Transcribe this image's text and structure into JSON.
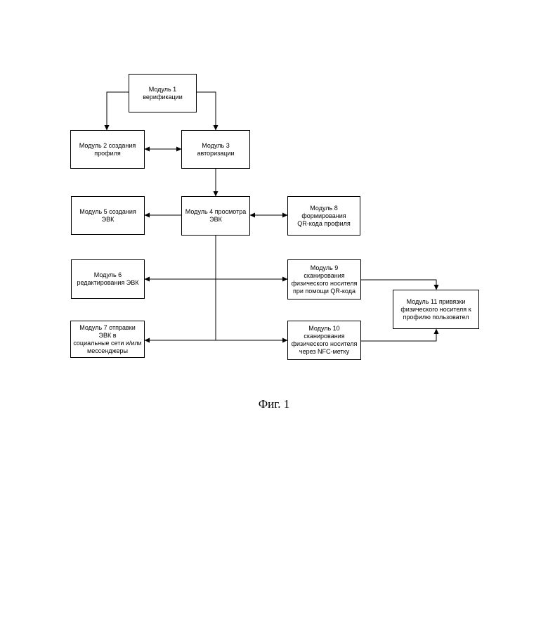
{
  "diagram": {
    "nodes": {
      "m1": "Модуль 1\nверификации",
      "m2": "Модуль 2 создания\nпрофиля",
      "m3": "Модуль 3 авторизации",
      "m4": "Модуль 4 просмотра\nЭВК",
      "m5": "Модуль 5 создания ЭВК",
      "m6": "Модуль 6\nредактирования ЭВК",
      "m7": "Модуль 7 отправки ЭВК в\nсоциальные сети и/или\nмессенджеры",
      "m8": "Модуль 8 формирования\nQR-кода профиля",
      "m9": "Модуль 9 сканирования\nфизического носителя\nпри помощи QR-кода",
      "m10": "Модуль 10 сканирования\nфизического носителя\nчерез NFC-метку",
      "m11": "Модуль 11 привязки\nфизического носителя к\nпрофилю пользовател"
    },
    "edges": [
      {
        "from": "m1",
        "to": "m2",
        "direction": "forward"
      },
      {
        "from": "m1",
        "to": "m3",
        "direction": "forward"
      },
      {
        "from": "m2",
        "to": "m3",
        "direction": "both"
      },
      {
        "from": "m3",
        "to": "m4",
        "direction": "forward"
      },
      {
        "from": "m4",
        "to": "m5",
        "direction": "forward"
      },
      {
        "from": "m4",
        "to": "m8",
        "direction": "both"
      },
      {
        "from": "m4",
        "to": "m6",
        "direction": "forward"
      },
      {
        "from": "m4",
        "to": "m7",
        "direction": "forward"
      },
      {
        "from": "m6",
        "to": "m9",
        "direction": "both"
      },
      {
        "from": "m7",
        "to": "m10",
        "direction": "both"
      },
      {
        "from": "m9",
        "to": "m11",
        "direction": "forward"
      },
      {
        "from": "m10",
        "to": "m11",
        "direction": "forward"
      }
    ],
    "caption": "Фиг. 1"
  }
}
